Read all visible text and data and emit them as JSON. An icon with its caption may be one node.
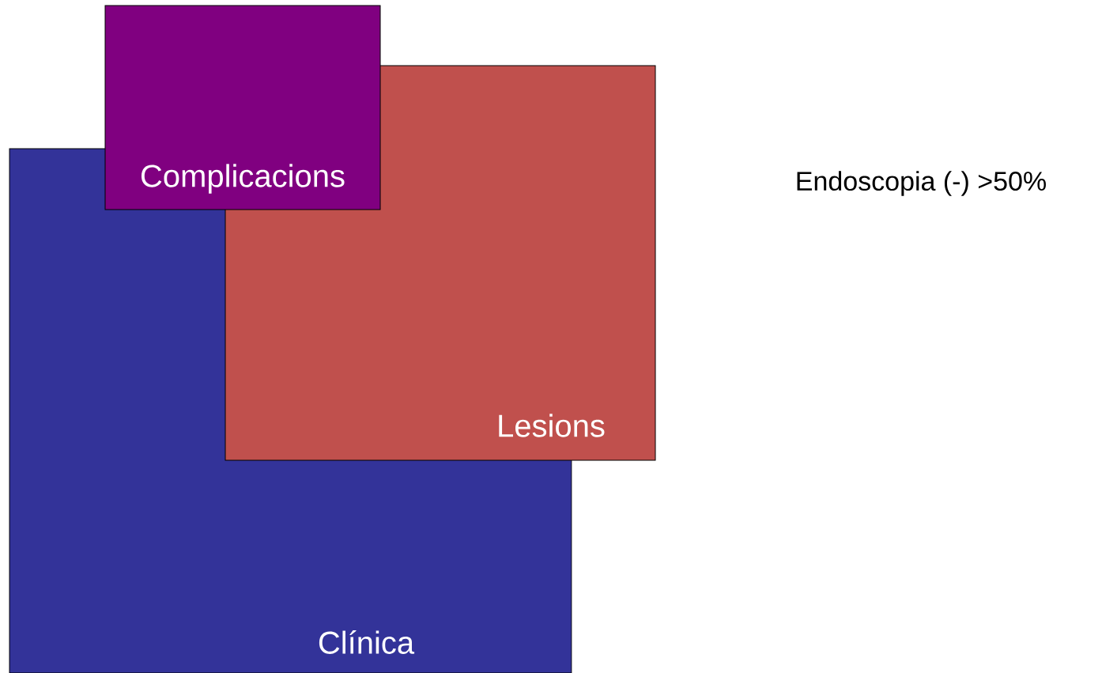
{
  "diagram": {
    "nodes": [
      {
        "text": [
          "Complicacions"
        ]
      },
      {
        "text": [
          "Lesions"
        ]
      },
      {
        "text": [
          "Clínica"
        ]
      }
    ],
    "labels": [
      "Endoscopia (-) >50%"
    ]
  }
}
